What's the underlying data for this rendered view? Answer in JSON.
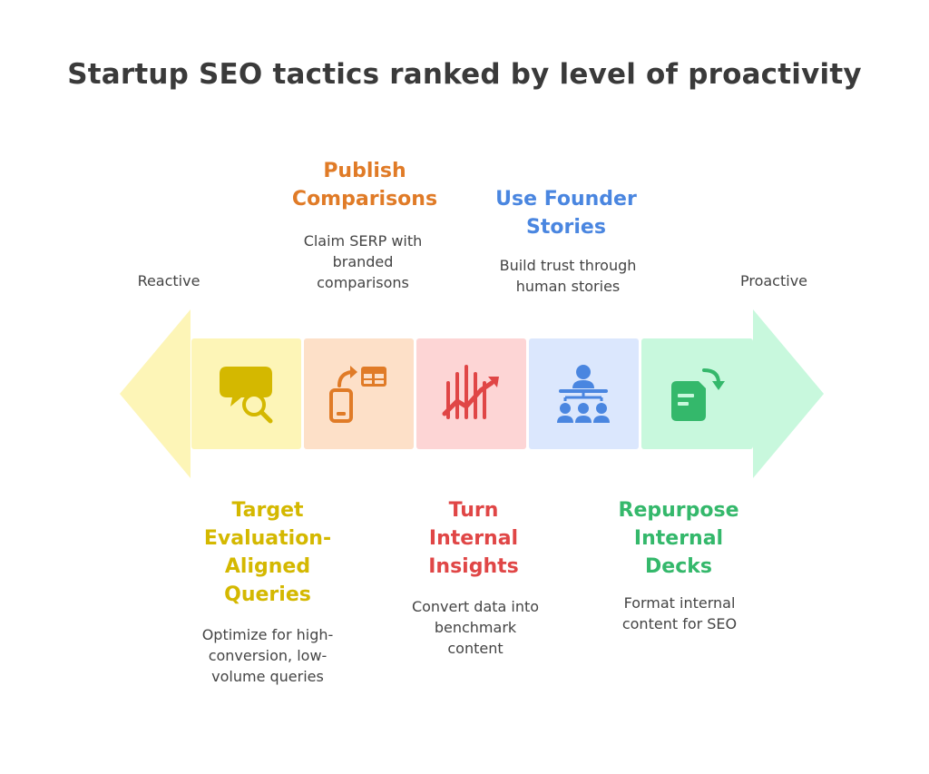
{
  "title": "Startup SEO tactics ranked by level of proactivity",
  "scale": {
    "left_label": "Reactive",
    "right_label": "Proactive"
  },
  "colors": {
    "yellow": "#d4b800",
    "orange": "#e07b27",
    "red": "#e04646",
    "blue": "#4a86e0",
    "green": "#34b86b"
  },
  "steps": [
    {
      "heading": "Target Evaluation-Aligned Queries",
      "heading_lines": [
        "Target",
        "Evaluation-",
        "Aligned",
        "Queries"
      ],
      "description_lines": [
        "Optimize for high-",
        "conversion, low-",
        "volume queries"
      ],
      "icon": "chat-search-icon",
      "position": "below"
    },
    {
      "heading": "Publish Comparisons",
      "heading_lines": [
        "Publish",
        "Comparisons"
      ],
      "description_lines": [
        "Claim SERP with",
        "branded",
        "comparisons"
      ],
      "icon": "phone-table-swap-icon",
      "position": "above"
    },
    {
      "heading": "Turn Internal Insights",
      "heading_lines": [
        "Turn",
        "Internal",
        "Insights"
      ],
      "description_lines": [
        "Convert data into",
        "benchmark",
        "content"
      ],
      "icon": "trend-chart-icon",
      "position": "below"
    },
    {
      "heading": "Use Founder Stories",
      "heading_lines": [
        "Use Founder",
        "Stories"
      ],
      "description_lines": [
        "Build trust through",
        "human stories"
      ],
      "icon": "presenter-audience-icon",
      "position": "above"
    },
    {
      "heading": "Repurpose Internal Decks",
      "heading_lines": [
        "Repurpose",
        "Internal",
        "Decks"
      ],
      "description_lines": [
        "Format internal",
        "content for SEO"
      ],
      "icon": "document-redo-icon",
      "position": "below"
    }
  ]
}
